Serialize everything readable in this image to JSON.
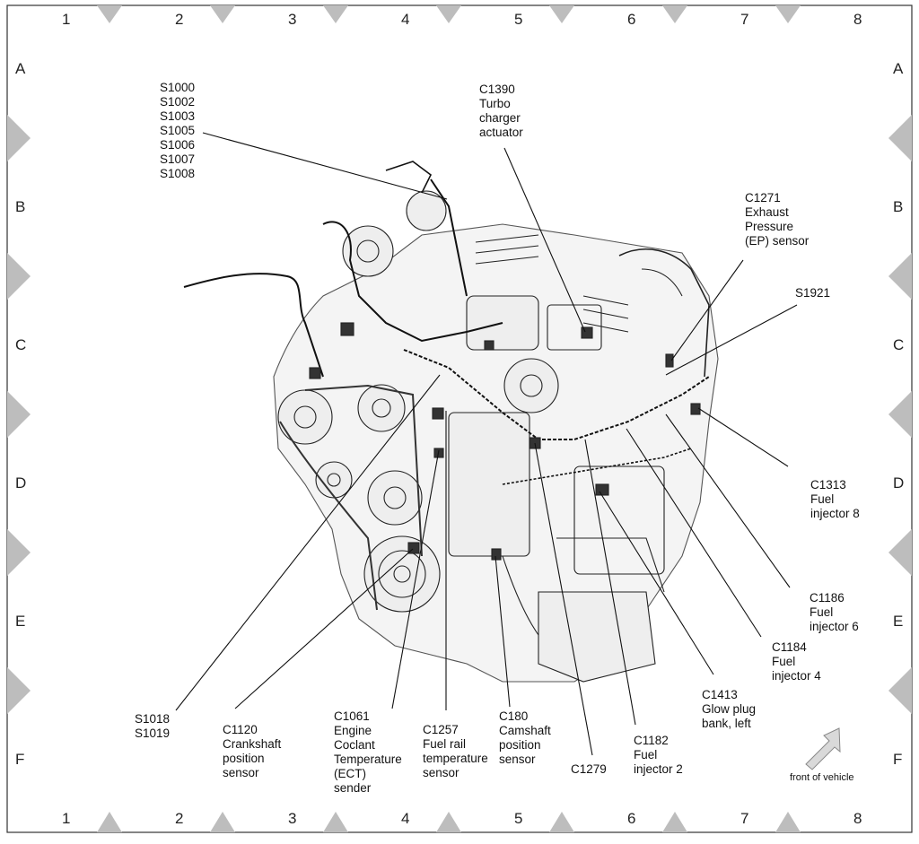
{
  "grid": {
    "columns": [
      "1",
      "2",
      "3",
      "4",
      "5",
      "6",
      "7",
      "8"
    ],
    "rows": [
      "A",
      "B",
      "C",
      "D",
      "E",
      "F"
    ]
  },
  "callouts": {
    "s1000": [
      "S1000",
      "S1002",
      "S1003",
      "S1005",
      "S1006",
      "S1007",
      "S1008"
    ],
    "c1390": [
      "C1390",
      "Turbo",
      "charger",
      "actuator"
    ],
    "c1271": [
      "C1271",
      "Exhaust",
      "Pressure",
      "(EP) sensor"
    ],
    "s1921": [
      "S1921"
    ],
    "c1313": [
      "C1313",
      "Fuel",
      "injector 8"
    ],
    "c1186": [
      "C1186",
      "Fuel",
      "injector 6"
    ],
    "c1184": [
      "C1184",
      "Fuel",
      "injector 4"
    ],
    "c1413": [
      "C1413",
      "Glow plug",
      "bank, left"
    ],
    "c1182": [
      "C1182",
      "Fuel",
      "injector 2"
    ],
    "c1279": [
      "C1279"
    ],
    "c180": [
      "C180",
      "Camshaft",
      "position",
      "sensor"
    ],
    "c1257": [
      "C1257",
      "Fuel rail",
      "temperature",
      "sensor"
    ],
    "c1061": [
      "C1061",
      "Engine",
      "Coclant",
      "Temperature",
      "(ECT)",
      "sender"
    ],
    "c1120": [
      "C1120",
      "Crankshaft",
      "position",
      "sensor"
    ],
    "s1018": [
      "S1018",
      "S1019"
    ]
  },
  "front_label": "front of vehicle",
  "icons": {
    "direction": "front-arrow-icon"
  }
}
